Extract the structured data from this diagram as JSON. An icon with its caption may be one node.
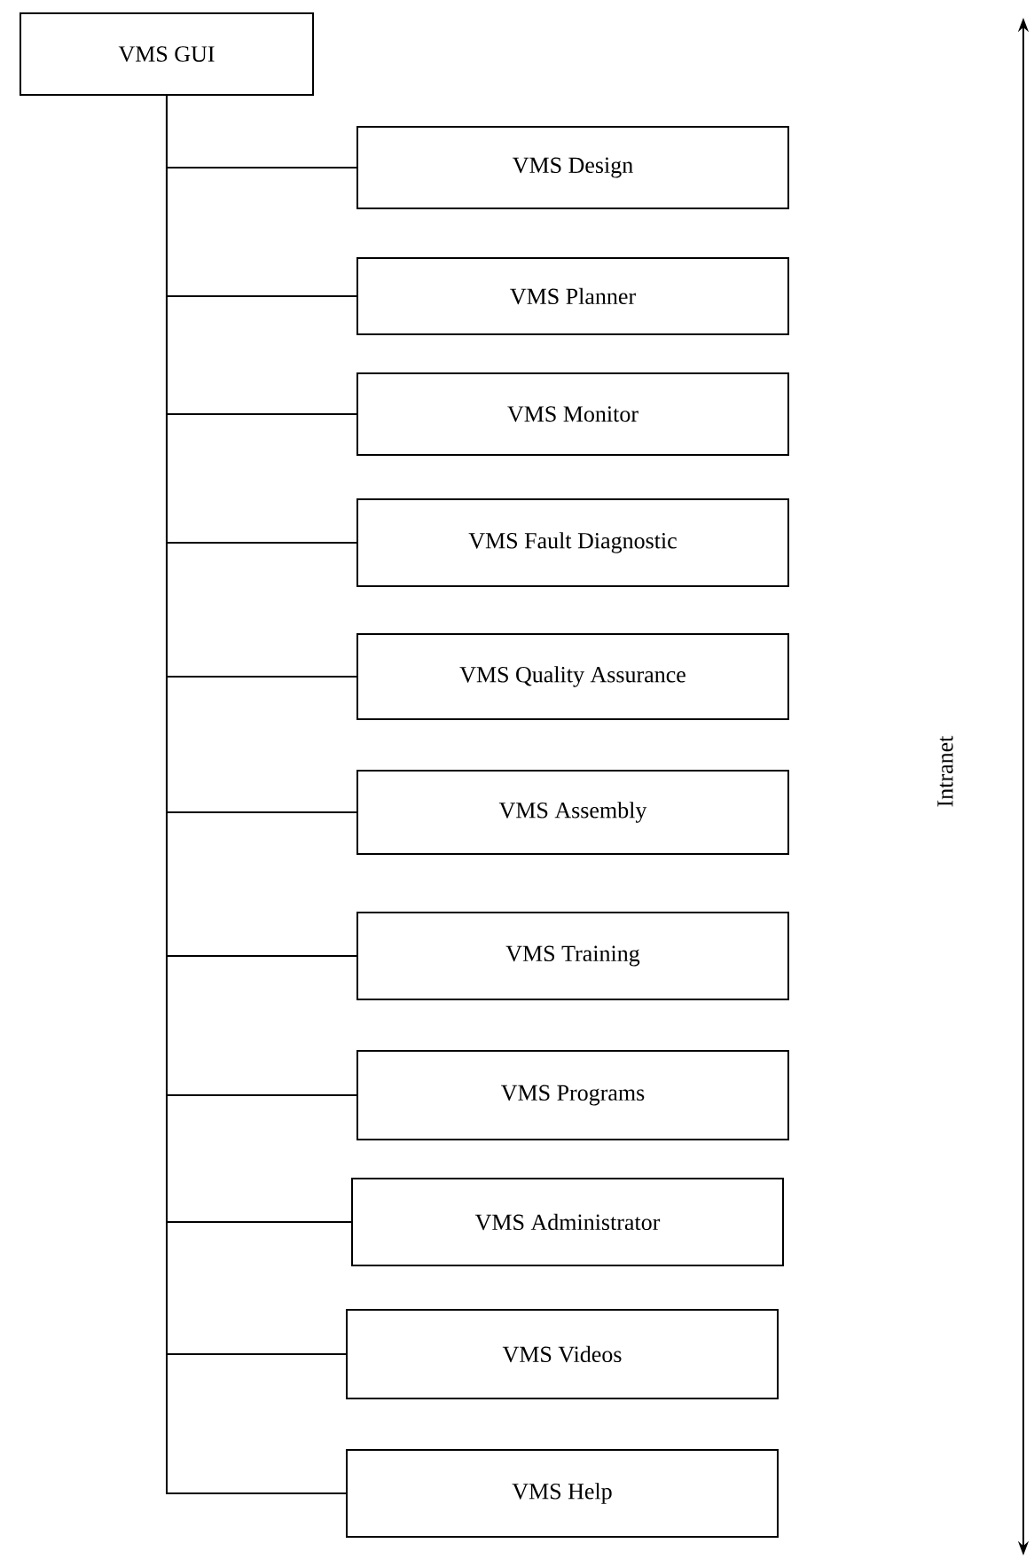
{
  "diagram": {
    "nodes": [
      {
        "text": [
          "VMS GUI"
        ]
      },
      {
        "text": [
          "VMS Design"
        ]
      },
      {
        "text": [
          "VMS Planner"
        ]
      },
      {
        "text": [
          "VMS Monitor"
        ]
      },
      {
        "text": [
          "VMS Fault Diagnostic"
        ]
      },
      {
        "text": [
          "VMS Quality Assurance"
        ]
      },
      {
        "text": [
          "VMS Assembly"
        ]
      },
      {
        "text": [
          "VMS Training"
        ]
      },
      {
        "text": [
          "VMS Programs"
        ]
      },
      {
        "text": [
          "VMS Administrator"
        ]
      },
      {
        "text": [
          "VMS Videos"
        ]
      },
      {
        "text": [
          "VMS Help"
        ]
      }
    ],
    "edges": [
      {
        "from": 0,
        "to": 1,
        "arrow": "none"
      },
      {
        "from": 0,
        "to": 2,
        "arrow": "none"
      },
      {
        "from": 0,
        "to": 3,
        "arrow": "none"
      },
      {
        "from": 0,
        "to": 4,
        "arrow": "none"
      },
      {
        "from": 0,
        "to": 5,
        "arrow": "none"
      },
      {
        "from": 0,
        "to": 6,
        "arrow": "none"
      },
      {
        "from": 0,
        "to": 7,
        "arrow": "none"
      },
      {
        "from": 0,
        "to": 8,
        "arrow": "none"
      },
      {
        "from": 0,
        "to": 9,
        "arrow": "none"
      },
      {
        "from": 0,
        "to": 10,
        "arrow": "none"
      },
      {
        "from": 0,
        "to": 11,
        "arrow": "none"
      }
    ],
    "labels": [
      "Intranet"
    ]
  }
}
